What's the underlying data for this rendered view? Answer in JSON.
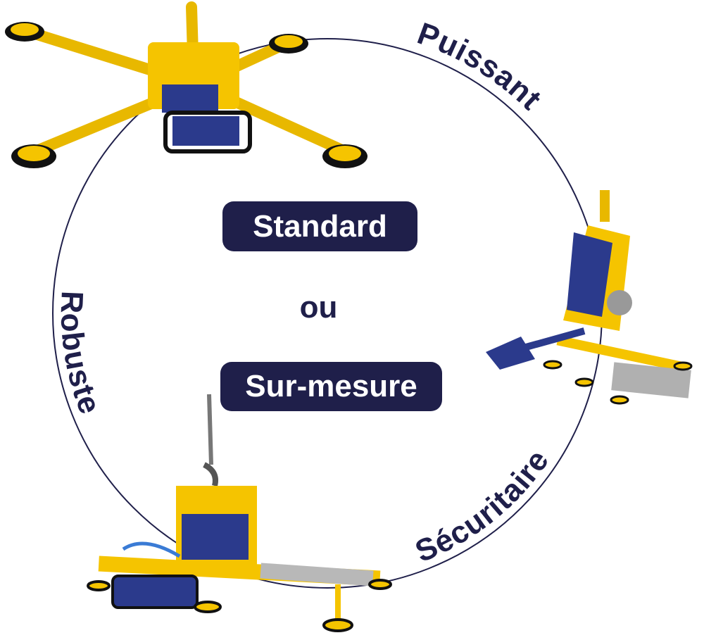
{
  "center": {
    "option_standard": "Standard",
    "connector": "ou",
    "option_custom": "Sur-mesure"
  },
  "ring_words": {
    "top_right": "Puissant",
    "left": "Robuste",
    "bottom_right": "Sécuritaire"
  },
  "colors": {
    "navy": "#1f1f4a",
    "machine_yellow": "#f5c400",
    "machine_blue": "#2b3a8c"
  }
}
